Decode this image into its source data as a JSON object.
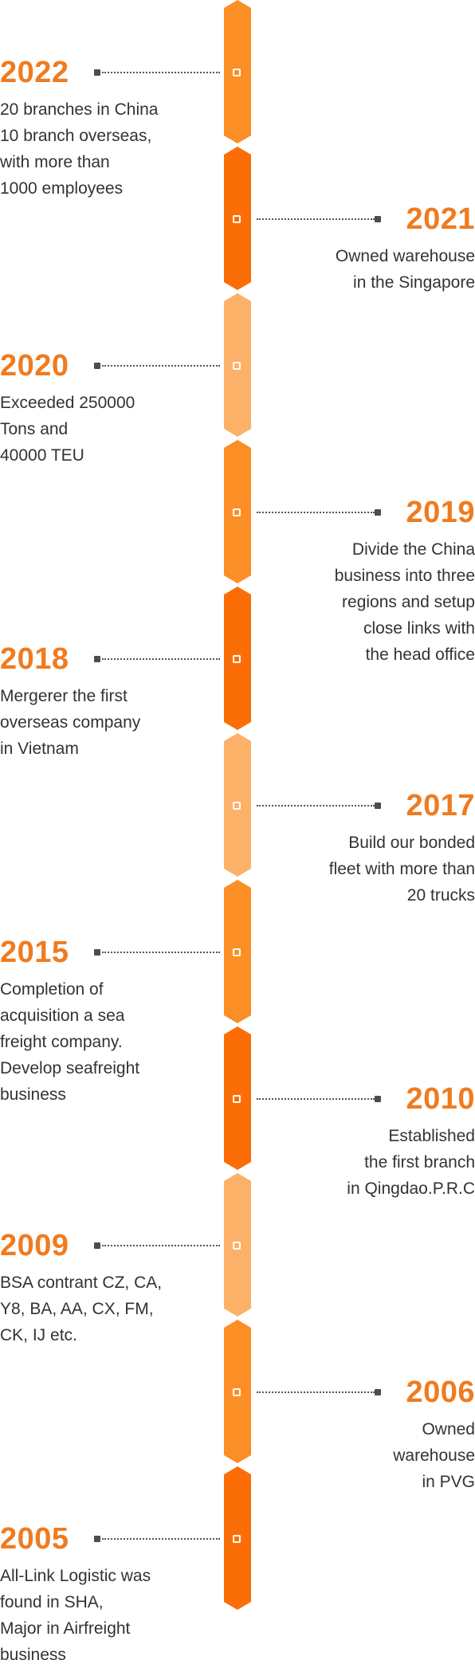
{
  "colors": {
    "orange": "#fb8e24",
    "dark_orange": "#fb6e07",
    "light_orange": "#fcb168",
    "year_text": "#f07b1f",
    "body_text": "#333333"
  },
  "events": [
    {
      "year": "2022",
      "side": "left",
      "color": "orange",
      "description": "20 branches in China\n10 branch overseas,\nwith more than\n1000 employees"
    },
    {
      "year": "2021",
      "side": "right",
      "color": "dark_orange",
      "description": "Owned warehouse\nin the Singapore"
    },
    {
      "year": "2020",
      "side": "left",
      "color": "light_orange",
      "description": "Exceeded 250000\nTons and\n40000 TEU"
    },
    {
      "year": "2019",
      "side": "right",
      "color": "orange",
      "description": "Divide the China\nbusiness into three\nregions and setup\nclose links with\nthe head office"
    },
    {
      "year": "2018",
      "side": "left",
      "color": "dark_orange",
      "description": "Mergerer the first\noverseas company\nin Vietnam"
    },
    {
      "year": "2017",
      "side": "right",
      "color": "light_orange",
      "description": "Build our bonded\nfleet with more than\n20 trucks"
    },
    {
      "year": "2015",
      "side": "left",
      "color": "orange",
      "description": "Completion of\nacquisition a sea\nfreight company.\nDevelop seafreight\nbusiness"
    },
    {
      "year": "2010",
      "side": "right",
      "color": "dark_orange",
      "description": "Established\nthe first branch\nin Qingdao.P.R.C"
    },
    {
      "year": "2009",
      "side": "left",
      "color": "light_orange",
      "description": "BSA contrant CZ, CA,\nY8, BA, AA, CX, FM,\nCK, IJ etc."
    },
    {
      "year": "2006",
      "side": "right",
      "color": "orange",
      "description": "Owned\nwarehouse\nin PVG"
    },
    {
      "year": "2005",
      "side": "left",
      "color": "dark_orange",
      "description": "All-Link Logistic was\nfound in SHA,\nMajor in Airfreight\nbusiness"
    }
  ]
}
